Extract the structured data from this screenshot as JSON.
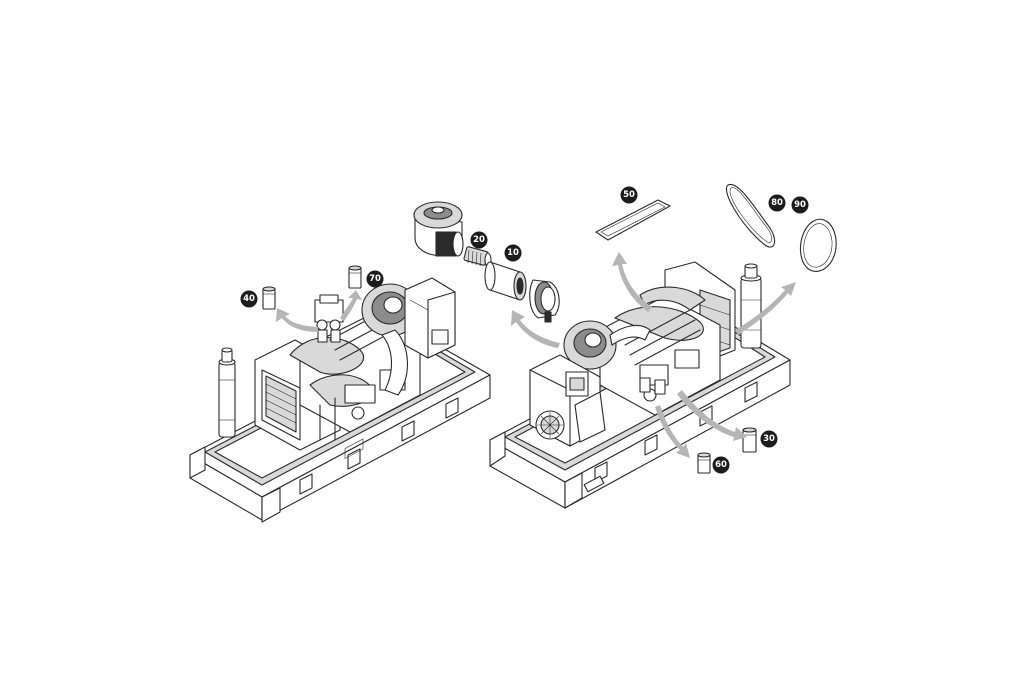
{
  "callouts": [
    {
      "id": "callout-10",
      "label": "10"
    },
    {
      "id": "callout-20",
      "label": "20"
    },
    {
      "id": "callout-30",
      "label": "30"
    },
    {
      "id": "callout-40",
      "label": "40"
    },
    {
      "id": "callout-50",
      "label": "50"
    },
    {
      "id": "callout-60",
      "label": "60"
    },
    {
      "id": "callout-70",
      "label": "70"
    },
    {
      "id": "callout-80",
      "label": "80"
    },
    {
      "id": "callout-90",
      "label": "90"
    }
  ],
  "colors": {
    "line": "#2a2a2a",
    "arrow": "#b5b5b5",
    "badge": "#1c1c1c",
    "badge_text": "#ffffff",
    "background": "#ffffff"
  }
}
